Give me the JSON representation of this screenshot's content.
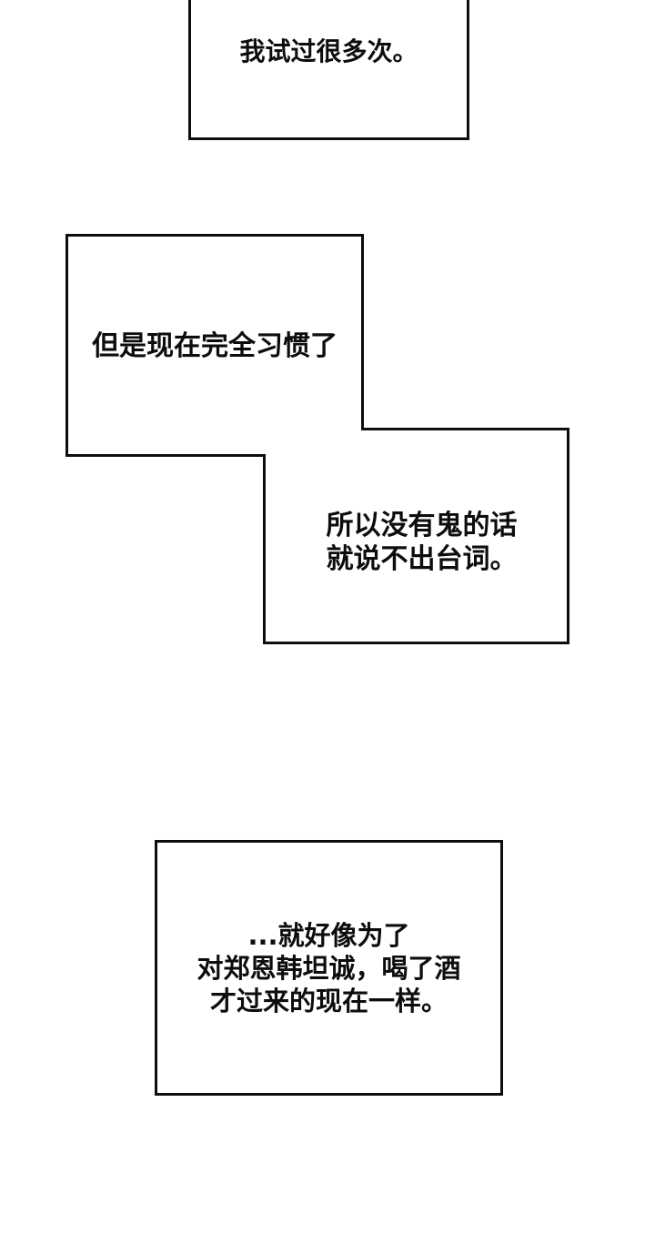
{
  "page": {
    "background_color": "#ffffff",
    "ink_color": "#0d0d0d"
  },
  "captions": [
    {
      "text": "我试过很多次。"
    },
    {
      "text": "但是现在完全习惯了"
    },
    {
      "line1": "所以没有鬼的话",
      "line2": "就说不出台词。"
    },
    {
      "line1": "...就好像为了",
      "line2": "对郑恩韩坦诚，喝了酒",
      "line3": "才过来的现在一样。"
    }
  ]
}
